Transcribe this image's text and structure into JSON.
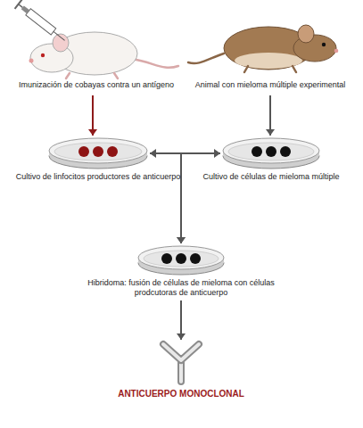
{
  "diagram": {
    "nodes": [
      {
        "text": [
          "Imunización de cobayas contra un antígeno"
        ]
      },
      {
        "text": [
          "Animal con mieloma múltiple experimental"
        ]
      },
      {
        "text": [
          "Cultivo de linfocitos productores de anticuerpo"
        ]
      },
      {
        "text": [
          "Cultivo de células de mieloma múltiple"
        ]
      },
      {
        "text": [
          "Hibridoma: fusión de células de mieloma con células prodcutoras de anticuerpo"
        ]
      },
      {
        "text": [
          "ANTICUERPO MONOCLONAL"
        ]
      }
    ],
    "edges": [
      {
        "from": 0,
        "to": 2,
        "arrow": "to"
      },
      {
        "from": 1,
        "to": 3,
        "arrow": "to"
      },
      {
        "from": 2,
        "to": 3,
        "arrow": "both"
      },
      {
        "from": 2,
        "to": 4,
        "arrow": "to"
      },
      {
        "from": 3,
        "to": 4,
        "arrow": "to"
      },
      {
        "from": 4,
        "to": 5,
        "arrow": "to"
      }
    ]
  }
}
